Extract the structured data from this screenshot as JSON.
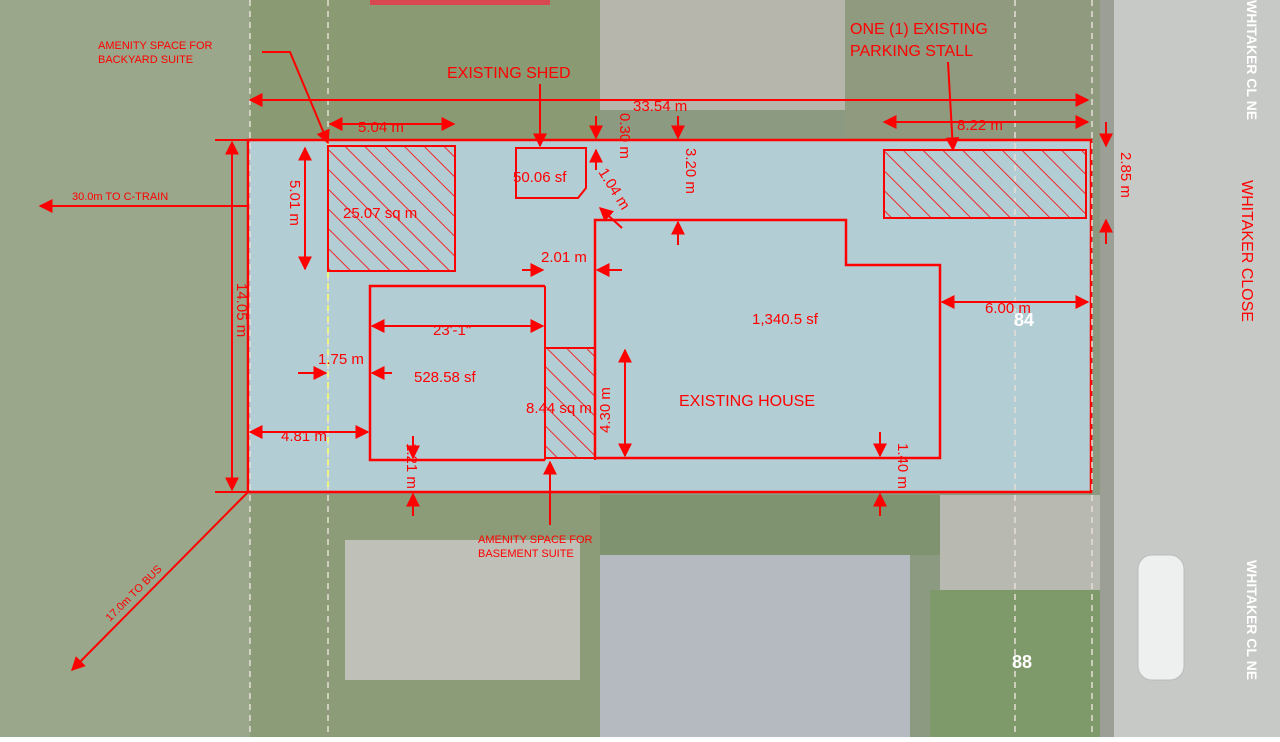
{
  "labels": {
    "amenity_backyard_line1": "AMENITY SPACE FOR",
    "amenity_backyard_line2": "BACKYARD SUITE",
    "existing_shed": "EXISTING SHED",
    "parking_line1": "ONE (1) EXISTING",
    "parking_line2": "PARKING STALL",
    "to_ctrain": "30.0m TO C-TRAIN",
    "to_bus": "17.0m TO BUS",
    "amenity_basement_line1": "AMENITY SPACE FOR",
    "amenity_basement_line2": "BASEMENT SUITE",
    "existing_house": "EXISTING HOUSE",
    "street_name": "WHITAKER CLOSE",
    "street_top": "WHITAKER CL NE",
    "street_bottom": "WHITAKER CL NE",
    "house_84": "84",
    "house_88": "88"
  },
  "areas": {
    "backyard_amenity": "25.07 sq m",
    "shed": "50.06 sf",
    "house": "1,340.5 sf",
    "suite": "528.58 sf",
    "basement_amenity": "8.44 sq m"
  },
  "dimensions": {
    "lot_length": "33.54 m",
    "lot_width": "14.05 m",
    "amenity_width": "5.04 m",
    "amenity_height": "5.01 m",
    "shed_setback": "0.30 m",
    "shed_diag": "1.04 m",
    "house_front_top": "3.20 m",
    "parking_length": "8.22 m",
    "parking_width": "2.85 m",
    "gap_201": "2.01 m",
    "front_setback": "6.00 m",
    "suite_length": "23'-1\"",
    "setback_175": "1.75 m",
    "rear_setback": "4.81 m",
    "basement_height": "4.30 m",
    "side_121": "1.21 m",
    "side_140": "1.40 m"
  },
  "colors": {
    "markup": "#ff0000",
    "lot_fill": "#b8d4df"
  }
}
